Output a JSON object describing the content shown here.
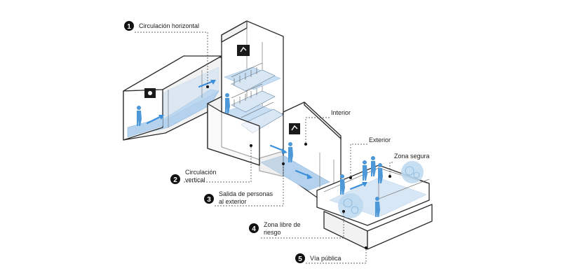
{
  "callouts": [
    {
      "number": "1",
      "label": "Circulación horizontal"
    },
    {
      "number": "2",
      "label_line1": "Circulación",
      "label_line2": "vertical"
    },
    {
      "number": "3",
      "label_line1": "Salida de personas",
      "label_line2": "al exterior"
    },
    {
      "number": "4",
      "label_line1": "Zona libre de",
      "label_line2": "riesgo"
    },
    {
      "number": "5",
      "label": "Vía pública"
    }
  ],
  "labels": {
    "interior": "Interior",
    "exterior": "Exterior",
    "zona_segura": "Zona segura"
  },
  "colors": {
    "accent": "#3d8fd9",
    "floor": "#c8def2",
    "lines": "#2b2b2b"
  },
  "icons": [
    "exit-sign-icon",
    "running-person-icon",
    "person-icon",
    "direction-arrow-icon"
  ]
}
